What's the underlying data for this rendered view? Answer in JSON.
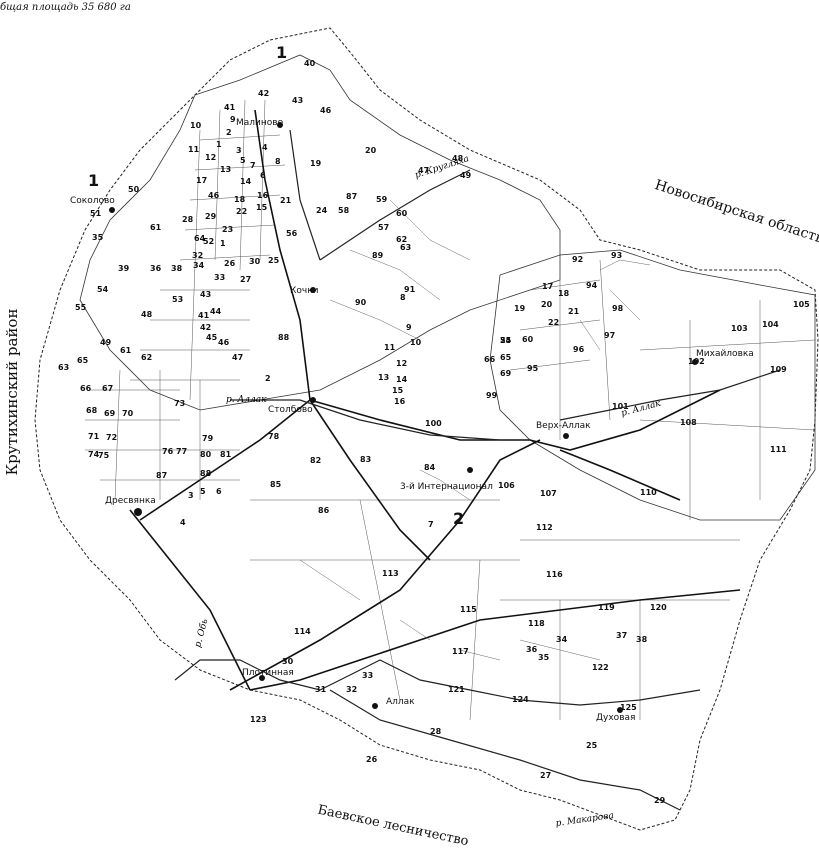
{
  "header": {
    "area_text": "бщая площадь  35 680 га"
  },
  "borders": {
    "left": "Крутихинский район",
    "right": "Новосибирская область",
    "bottom": "Баевское лесничество"
  },
  "rivers": [
    {
      "id": "ob",
      "label": "р. Обь"
    },
    {
      "id": "allak1",
      "label": "р. Аллак"
    },
    {
      "id": "allak2",
      "label": "р. Аллак"
    },
    {
      "id": "makarova",
      "label": "р. Макарова"
    },
    {
      "id": "kruglyakha",
      "label": "р. Кругляха"
    }
  ],
  "settlements": [
    {
      "id": "malinovo",
      "label": "Малиново"
    },
    {
      "id": "sokolovo",
      "label": "Соколово"
    },
    {
      "id": "kochki",
      "label": "Кочки"
    },
    {
      "id": "stolbovo",
      "label": "Столбово"
    },
    {
      "id": "verkh-allak",
      "label": "Верх-Аллак"
    },
    {
      "id": "mikhailovka",
      "label": "Михайловка"
    },
    {
      "id": "3-internatsional",
      "label": "3-й Интернационал"
    },
    {
      "id": "dresvyanka",
      "label": "Дресвянка"
    },
    {
      "id": "plotinnaya",
      "label": "Плотинная"
    },
    {
      "id": "allak",
      "label": "Аллак"
    },
    {
      "id": "dukhovaya",
      "label": "Духовая"
    }
  ],
  "section_markers": [
    "1",
    "1",
    "2"
  ],
  "parcels": [
    "40",
    "42",
    "43",
    "46",
    "41",
    "9",
    "10",
    "1",
    "2",
    "11",
    "12",
    "3",
    "4",
    "13",
    "7",
    "8",
    "14",
    "17",
    "6",
    "5",
    "16",
    "15",
    "18",
    "19",
    "46",
    "22",
    "20",
    "47",
    "48",
    "49",
    "50",
    "51",
    "28",
    "29",
    "23",
    "24",
    "58",
    "59",
    "60",
    "61",
    "52",
    "21",
    "56",
    "57",
    "62",
    "63",
    "64",
    "1",
    "30",
    "25",
    "26",
    "27",
    "32",
    "33",
    "34",
    "35",
    "36",
    "38",
    "39",
    "54",
    "53",
    "43",
    "41",
    "44",
    "42",
    "45",
    "46",
    "47",
    "48",
    "55",
    "49",
    "61",
    "62",
    "63",
    "65",
    "66",
    "67",
    "68",
    "69",
    "70",
    "71",
    "72",
    "73",
    "74",
    "75",
    "76",
    "77",
    "78",
    "79",
    "80",
    "81",
    "82",
    "83",
    "84",
    "85",
    "86",
    "87",
    "88",
    "3",
    "4",
    "5",
    "6",
    "7",
    "8",
    "9",
    "10",
    "11",
    "12",
    "13",
    "14",
    "15",
    "16",
    "17",
    "18",
    "19",
    "20",
    "21",
    "22",
    "24",
    "55",
    "60",
    "66",
    "65",
    "69",
    "2",
    "87",
    "88",
    "89",
    "90",
    "91",
    "92",
    "93",
    "94",
    "95",
    "96",
    "97",
    "98",
    "99",
    "100",
    "101",
    "102",
    "103",
    "104",
    "105",
    "106",
    "107",
    "108",
    "109",
    "110",
    "111",
    "112",
    "113",
    "114",
    "115",
    "116",
    "117",
    "118",
    "119",
    "120",
    "121",
    "122",
    "123",
    "124",
    "125",
    "28",
    "25",
    "26",
    "27",
    "29",
    "30",
    "31",
    "32",
    "33",
    "34",
    "35",
    "36",
    "37",
    "38"
  ]
}
